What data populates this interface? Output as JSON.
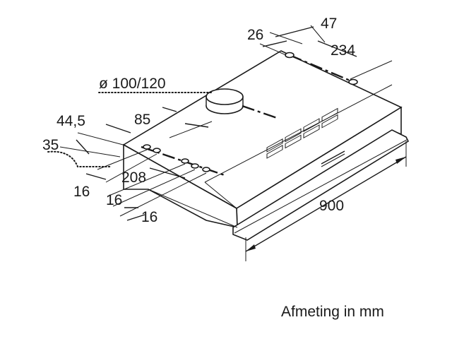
{
  "caption": "Afmeting in mm",
  "dimensions": {
    "d26": "26",
    "d47": "47",
    "d234": "234",
    "duct": "ø 100/120",
    "d44_5": "44,5",
    "d85": "85",
    "d35": "35",
    "d208": "208",
    "d16_a": "16",
    "d16_b": "16",
    "d16_c": "16",
    "d900": "900"
  }
}
